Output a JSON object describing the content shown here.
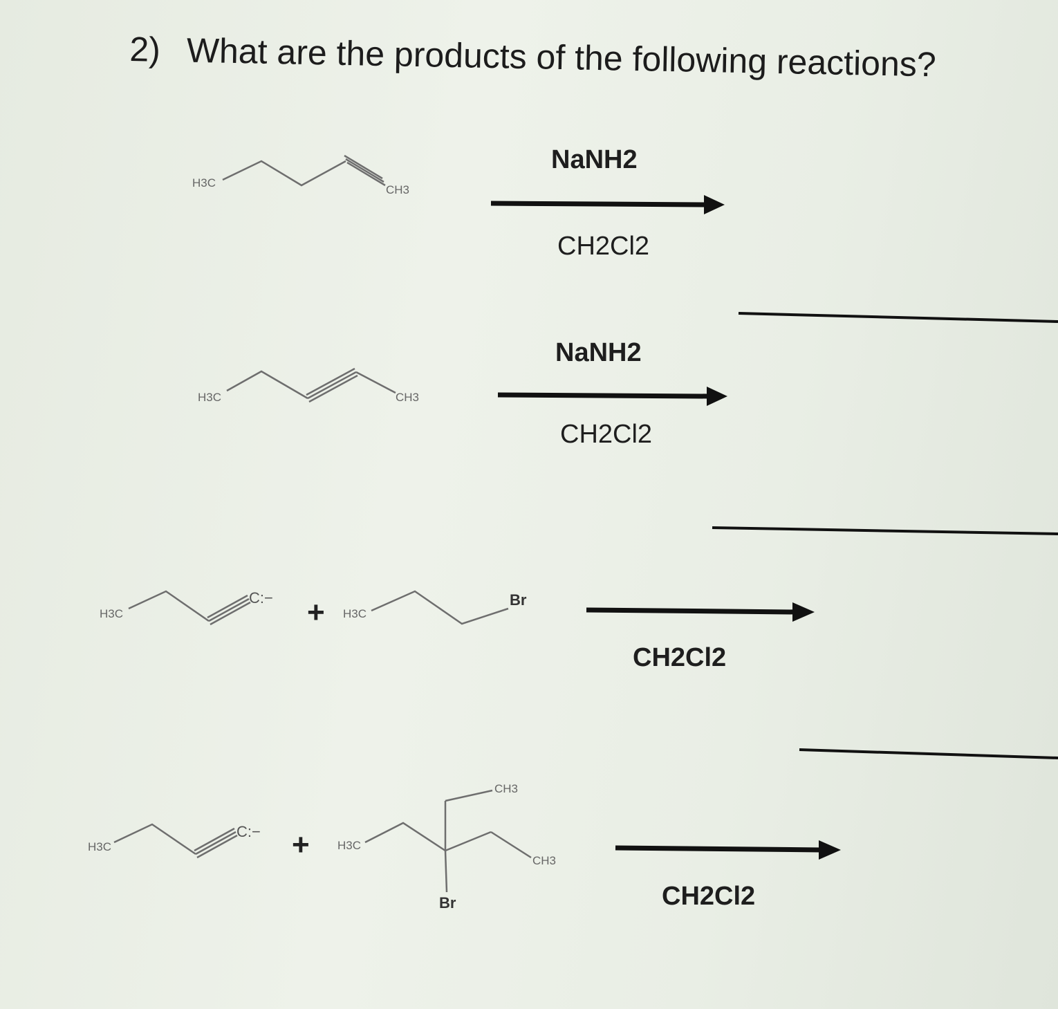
{
  "question": {
    "number": "2)",
    "text": "What are the products of the following reactions?"
  },
  "reactions": [
    {
      "reactant_labels": {
        "left": "H3C",
        "right": "CH3"
      },
      "reagent_top": "NaNH2",
      "reagent_bottom": "CH2Cl2"
    },
    {
      "reactant_labels": {
        "left": "H3C",
        "right": "CH3"
      },
      "reagent_top": "NaNH2",
      "reagent_bottom": "CH2Cl2"
    },
    {
      "reactant1_labels": {
        "left": "H3C",
        "anion": "C:−"
      },
      "plus": "+",
      "reactant2_labels": {
        "left": "H3C",
        "halide": "Br"
      },
      "reagent_bottom": "CH2Cl2"
    },
    {
      "reactant1_labels": {
        "left": "H3C",
        "anion": "C:−"
      },
      "plus": "+",
      "reactant2_labels": {
        "left": "H3C",
        "top": "CH3",
        "right": "CH3",
        "halide": "Br"
      },
      "reagent_bottom": "CH2Cl2"
    }
  ]
}
